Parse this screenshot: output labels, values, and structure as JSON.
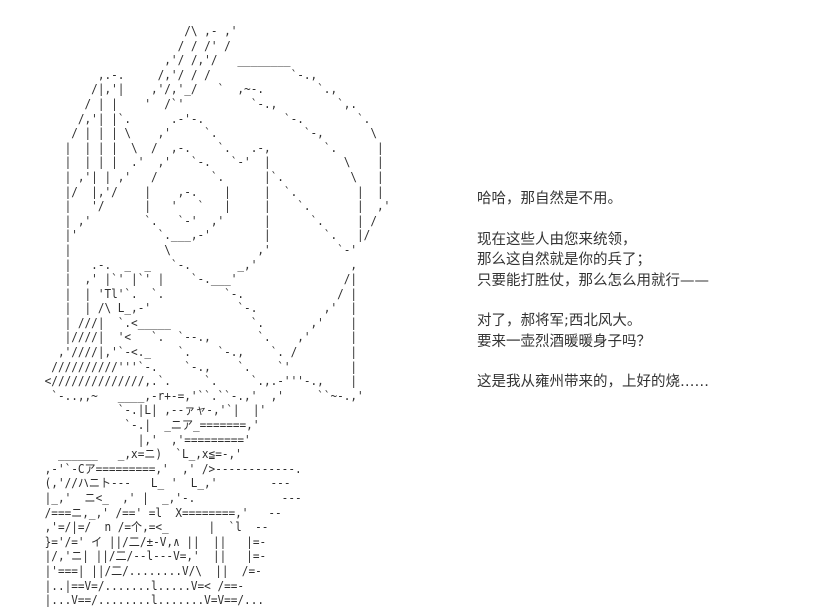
{
  "scene": {
    "background_color": "#ffffff",
    "text_color": "#333333",
    "art_color": "#2e2e2e"
  },
  "art": {
    "name": "ascii-art-character-portrait",
    "description": "monospace AA illustration of an armored general figure",
    "content": "                      /\\ ,- ,'\n                     / / /' /\n                   ,'/ /,'/   ________\n         ,.-.     /,'/ / /            `-.,\n        /|,'|    ,'/,'_/   `  ,~-.        `.,\n       / | |    '  /`'          `-.,         `,.\n      /,'| |`.      .-'-.            `-.        `.\n     / | | | \\    ,'     `.             `-,       \\\n    |  | | |  \\  /  ,-.    `.   .-,        `.      |\n    |  | | |  .'  ,'   `-.   `-'  |           \\    |\n    | ,'| | ,'   /        `.      |`.          \\   |\n    |/  |,'/    |    ,-.    |     |  `.         |  |\n    |   '/      |   '   `   |     |    `.       |  ,'\n    | ,'        `.   `-'  ,'      |      `.     | /\n    |'            `.___,-'        |        `.   |/\n    |              \\             ,'          `-'\n    |   .-.  _  _   `-.       _,'              ,\n    |  ,' |`' |`' |    `-.___'                /|\n    |  | 'Tl'`.  `.         `-.              / |\n    |  | /\\ L_,-'             `-.          ,'  |\n    | ///|  `.<_____            `.       ,'    |\n    |////|  '<   `.  `--.,       `.    ,'      |\n   ,'////|,'`-<._    `.    `-.,    `. /        |\n  //////////'''`-.    `-.,    `.    `'         |\n <//////////////,.`.     `.     `.,.-'''-.,    |\n  `-..,,~   ____,-r+-=,'``.``-.,'  ,'     ``~-.,'\n            `-.|L| ,--ァャ-,'`|  |'\n             `-.|  _ニア_=======,'\n               |,'  ,'========='\n   ______   _,x=ニ)  `L_,x≦=-,'\n ,-'`-Cア=========,'  ,' />------------.\n (,'//ハニト---   L_ '  L_,'        ---\n |_,'  ニ<_  ,' |  _,'-.             ---\n /===ニ,_,' /==' =l  X========,'   --\n ,'=/|=/  n /=个,=<_      |  `l  --\n }='/=' イ ||/二/±-V,∧ ||  ||   |=-\n |/,'ニ| ||/二/--l---V=,'  ||   |=-\n |'===| ||/二/........V/\\  ||  /=-\n |..|==V=/.......l.....V=< /==-\n |...V==/........l.......V=V==/..."
  },
  "dialogue": {
    "name": "character-dialogue",
    "paragraphs": [
      {
        "id": "para-1",
        "lines": [
          "哈哈，那自然是不用。"
        ]
      },
      {
        "id": "para-2",
        "lines": [
          "现在这些人由您来统领，",
          "那么这自然就是你的兵了；",
          "只要能打胜仗，那么怎么用就行——"
        ]
      },
      {
        "id": "para-3",
        "lines": [
          "对了，郝将军;西北风大。",
          "要来一壶烈酒暖暖身子吗？"
        ]
      },
      {
        "id": "para-4",
        "lines": [
          "这是我从雍州带来的，上好的烧……"
        ]
      }
    ]
  }
}
